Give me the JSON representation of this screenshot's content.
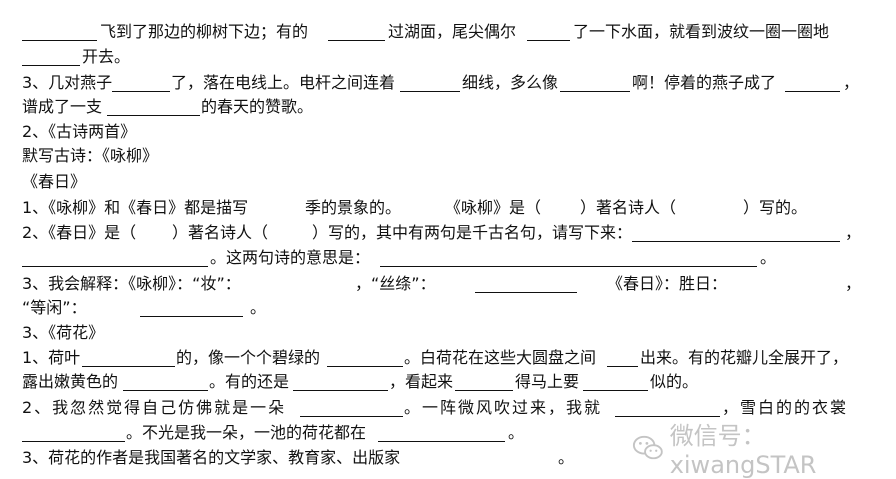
{
  "lines": [
    [
      "飞到了那边的柳树下边；有的",
      "过湖面，尾尖偶尔",
      "了一下水面，就看到波纹一圈一圈地"
    ],
    [
      "开去。"
    ],
    [
      "3、几对燕子",
      "了，落在电线上。电杆之间连着",
      "细线，多么像",
      "啊！停着的燕子成了",
      "，"
    ],
    [
      "谱成了一支",
      "的春天的赞歌。"
    ],
    [
      "2、《古诗两首》"
    ],
    [
      "默写古诗：《咏柳》"
    ],
    [
      "《春日》"
    ],
    [
      "1、《咏柳》和《春日》都是描写",
      "季的景象的。",
      "《咏柳》是（",
      "）著名诗人（",
      "）写的。"
    ],
    [
      "2、《春日》是（",
      "）著名诗人（",
      "）写的，其中有两句是千古名句，请写下来：",
      "，"
    ],
    [
      "。这两句诗的意思是：",
      "。"
    ],
    [
      "3、我会解释：《咏柳》：“妆”：",
      "，“丝绦”：",
      "《春日》：胜日：",
      "，"
    ],
    [
      "“等闲”：",
      "。"
    ],
    [
      "3、《荷花》"
    ],
    [
      "1、荷叶",
      "的，像一个个碧绿的",
      "。白荷花在这些大圆盘之间",
      "出来。有的花瓣儿全展开了，"
    ],
    [
      "露出嫩黄色的",
      "。有的还是",
      "，看起来",
      "得马上要",
      "似的。"
    ],
    [
      "2、我忽然觉得自己仿佛就是一朵",
      "。一阵微风吹过来，我就",
      "，雪白的的衣裳"
    ],
    [
      "。不光是我一朵，一池的荷花都在",
      "。"
    ],
    [
      "3、荷花的作者是我国著名的文学家、教育家、出版家",
      "。"
    ]
  ],
  "watermark": {
    "text": "微信号：xiwangSTAR",
    "icon": "wechat-icon",
    "color": "#c4c4c4"
  }
}
